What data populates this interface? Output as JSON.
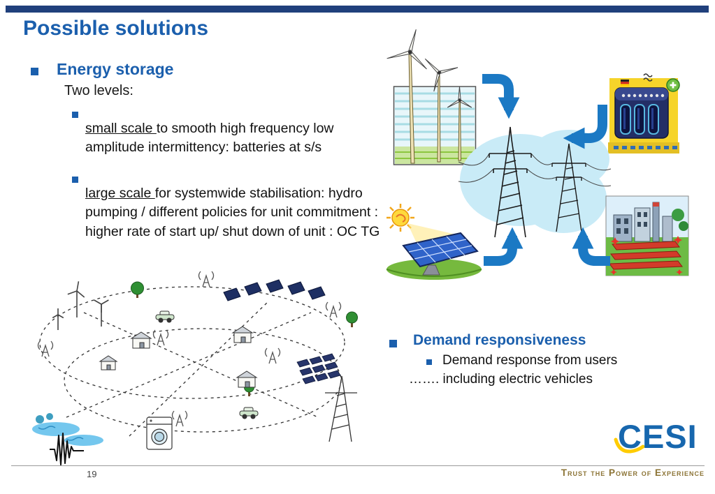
{
  "slide": {
    "title": "Possible solutions",
    "energy": {
      "heading": "Energy storage",
      "intro": "Two levels:",
      "items": [
        {
          "lead": "small scale ",
          "text": "to smooth high frequency low amplitude intermittency: batteries at s/s"
        },
        {
          "lead": "large scale ",
          "text": "for systemwide stabilisation: hydro pumping / different policies for unit commitment : higher rate of start up/ shut down of unit : OC TG"
        }
      ]
    },
    "demand": {
      "heading": "Demand responsiveness",
      "line1": "Demand response from users",
      "line2": "……. including electric vehicles"
    },
    "footer": {
      "page_number": "19",
      "logo": "CESI",
      "tagline": "Trust the Power of Experience"
    },
    "illustrations": {
      "wind_turbines": "wind-turbines-image",
      "battery_storage": "battery-storage-image",
      "transmission_towers": "transmission-towers-image",
      "solar_panel": "solar-panel-image",
      "power_plant": "power-plant-image",
      "smart_grid": "smart-grid-illustration",
      "waveform": "waveform-icon"
    },
    "colors": {
      "accent_blue": "#1b5fad",
      "top_bar": "#20407c",
      "arrow_blue": "#1b79c4",
      "tagline_gold": "#8c7436",
      "logo_blue": "#1767ae",
      "logo_yellow": "#ffcc00"
    }
  }
}
